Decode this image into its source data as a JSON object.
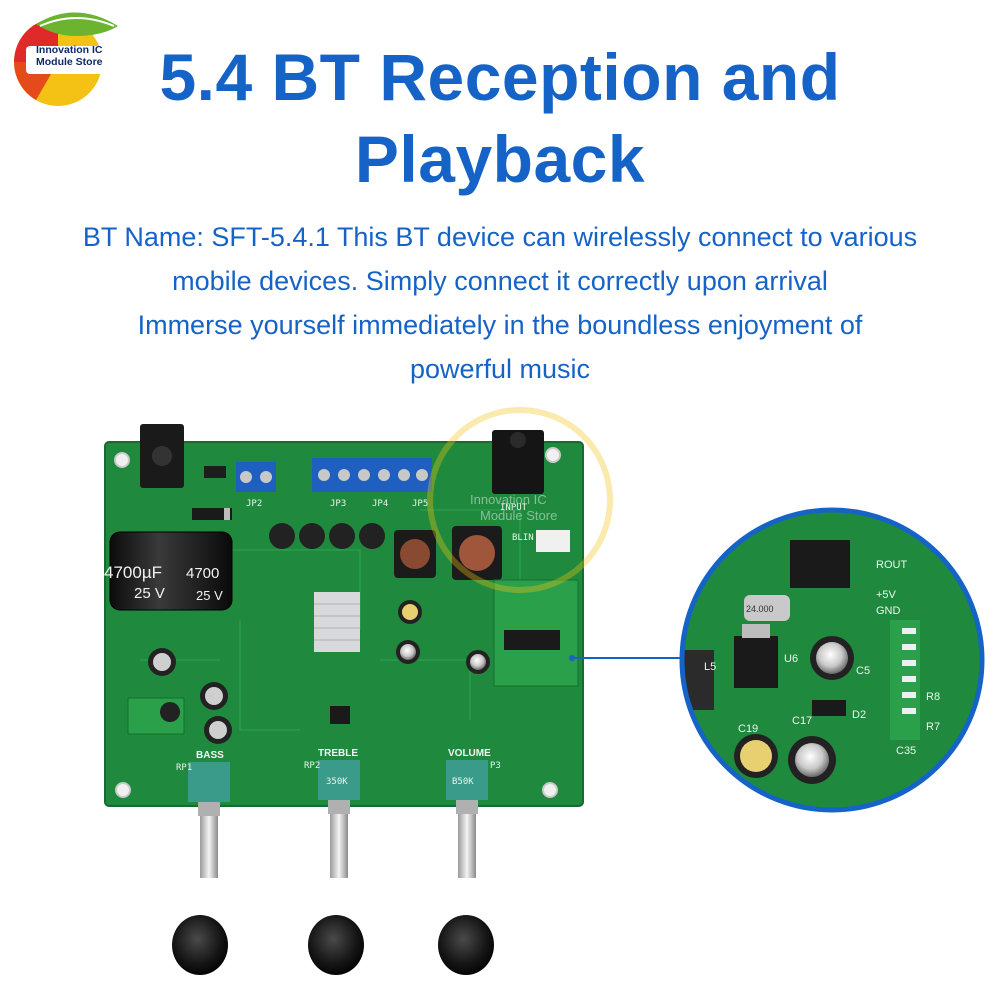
{
  "brand": {
    "name_line1": "Innovation IC",
    "name_line2": "Module Store"
  },
  "header": {
    "title_line1": "5.4 BT Reception and",
    "title_line2": "Playback"
  },
  "description": {
    "line1": "BT Name: SFT-5.4.1 This BT device can wirelessly connect to various",
    "line2": "mobile devices. Simply connect it correctly upon arrival",
    "line3": "Immerse yourself immediately in the boundless enjoyment of",
    "line4": "powerful music"
  },
  "board": {
    "capacitor_label": "4700µF",
    "capacitor_label_2": "4700",
    "capacitor_voltage": "25 V",
    "capacitor_voltage_2": "25 V",
    "input_label": "INPUT",
    "pot_labels": [
      "BASS",
      "TREBLE",
      "VOLUME"
    ],
    "pot_values": [
      "",
      "350K",
      "B50K"
    ],
    "pot_refs": [
      "RP1",
      "RP2",
      "P3"
    ],
    "jumpers": [
      "JP2",
      "JP3",
      "JP4",
      "JP5"
    ],
    "connector_label": "BLIN G LIN",
    "crystal_label": "24.000",
    "watermark_line1": "Innovation IC",
    "watermark_line2": "Module Store"
  },
  "zoom": {
    "labels": [
      "ROUT",
      "+5V",
      "GND",
      "L5",
      "U6",
      "C5",
      "C19",
      "C17",
      "D2",
      "C35",
      "R7",
      "R8"
    ]
  },
  "colors": {
    "title": "#1663c7",
    "pcb": "#1f8a3e",
    "zoom_ring": "#1663c7"
  }
}
